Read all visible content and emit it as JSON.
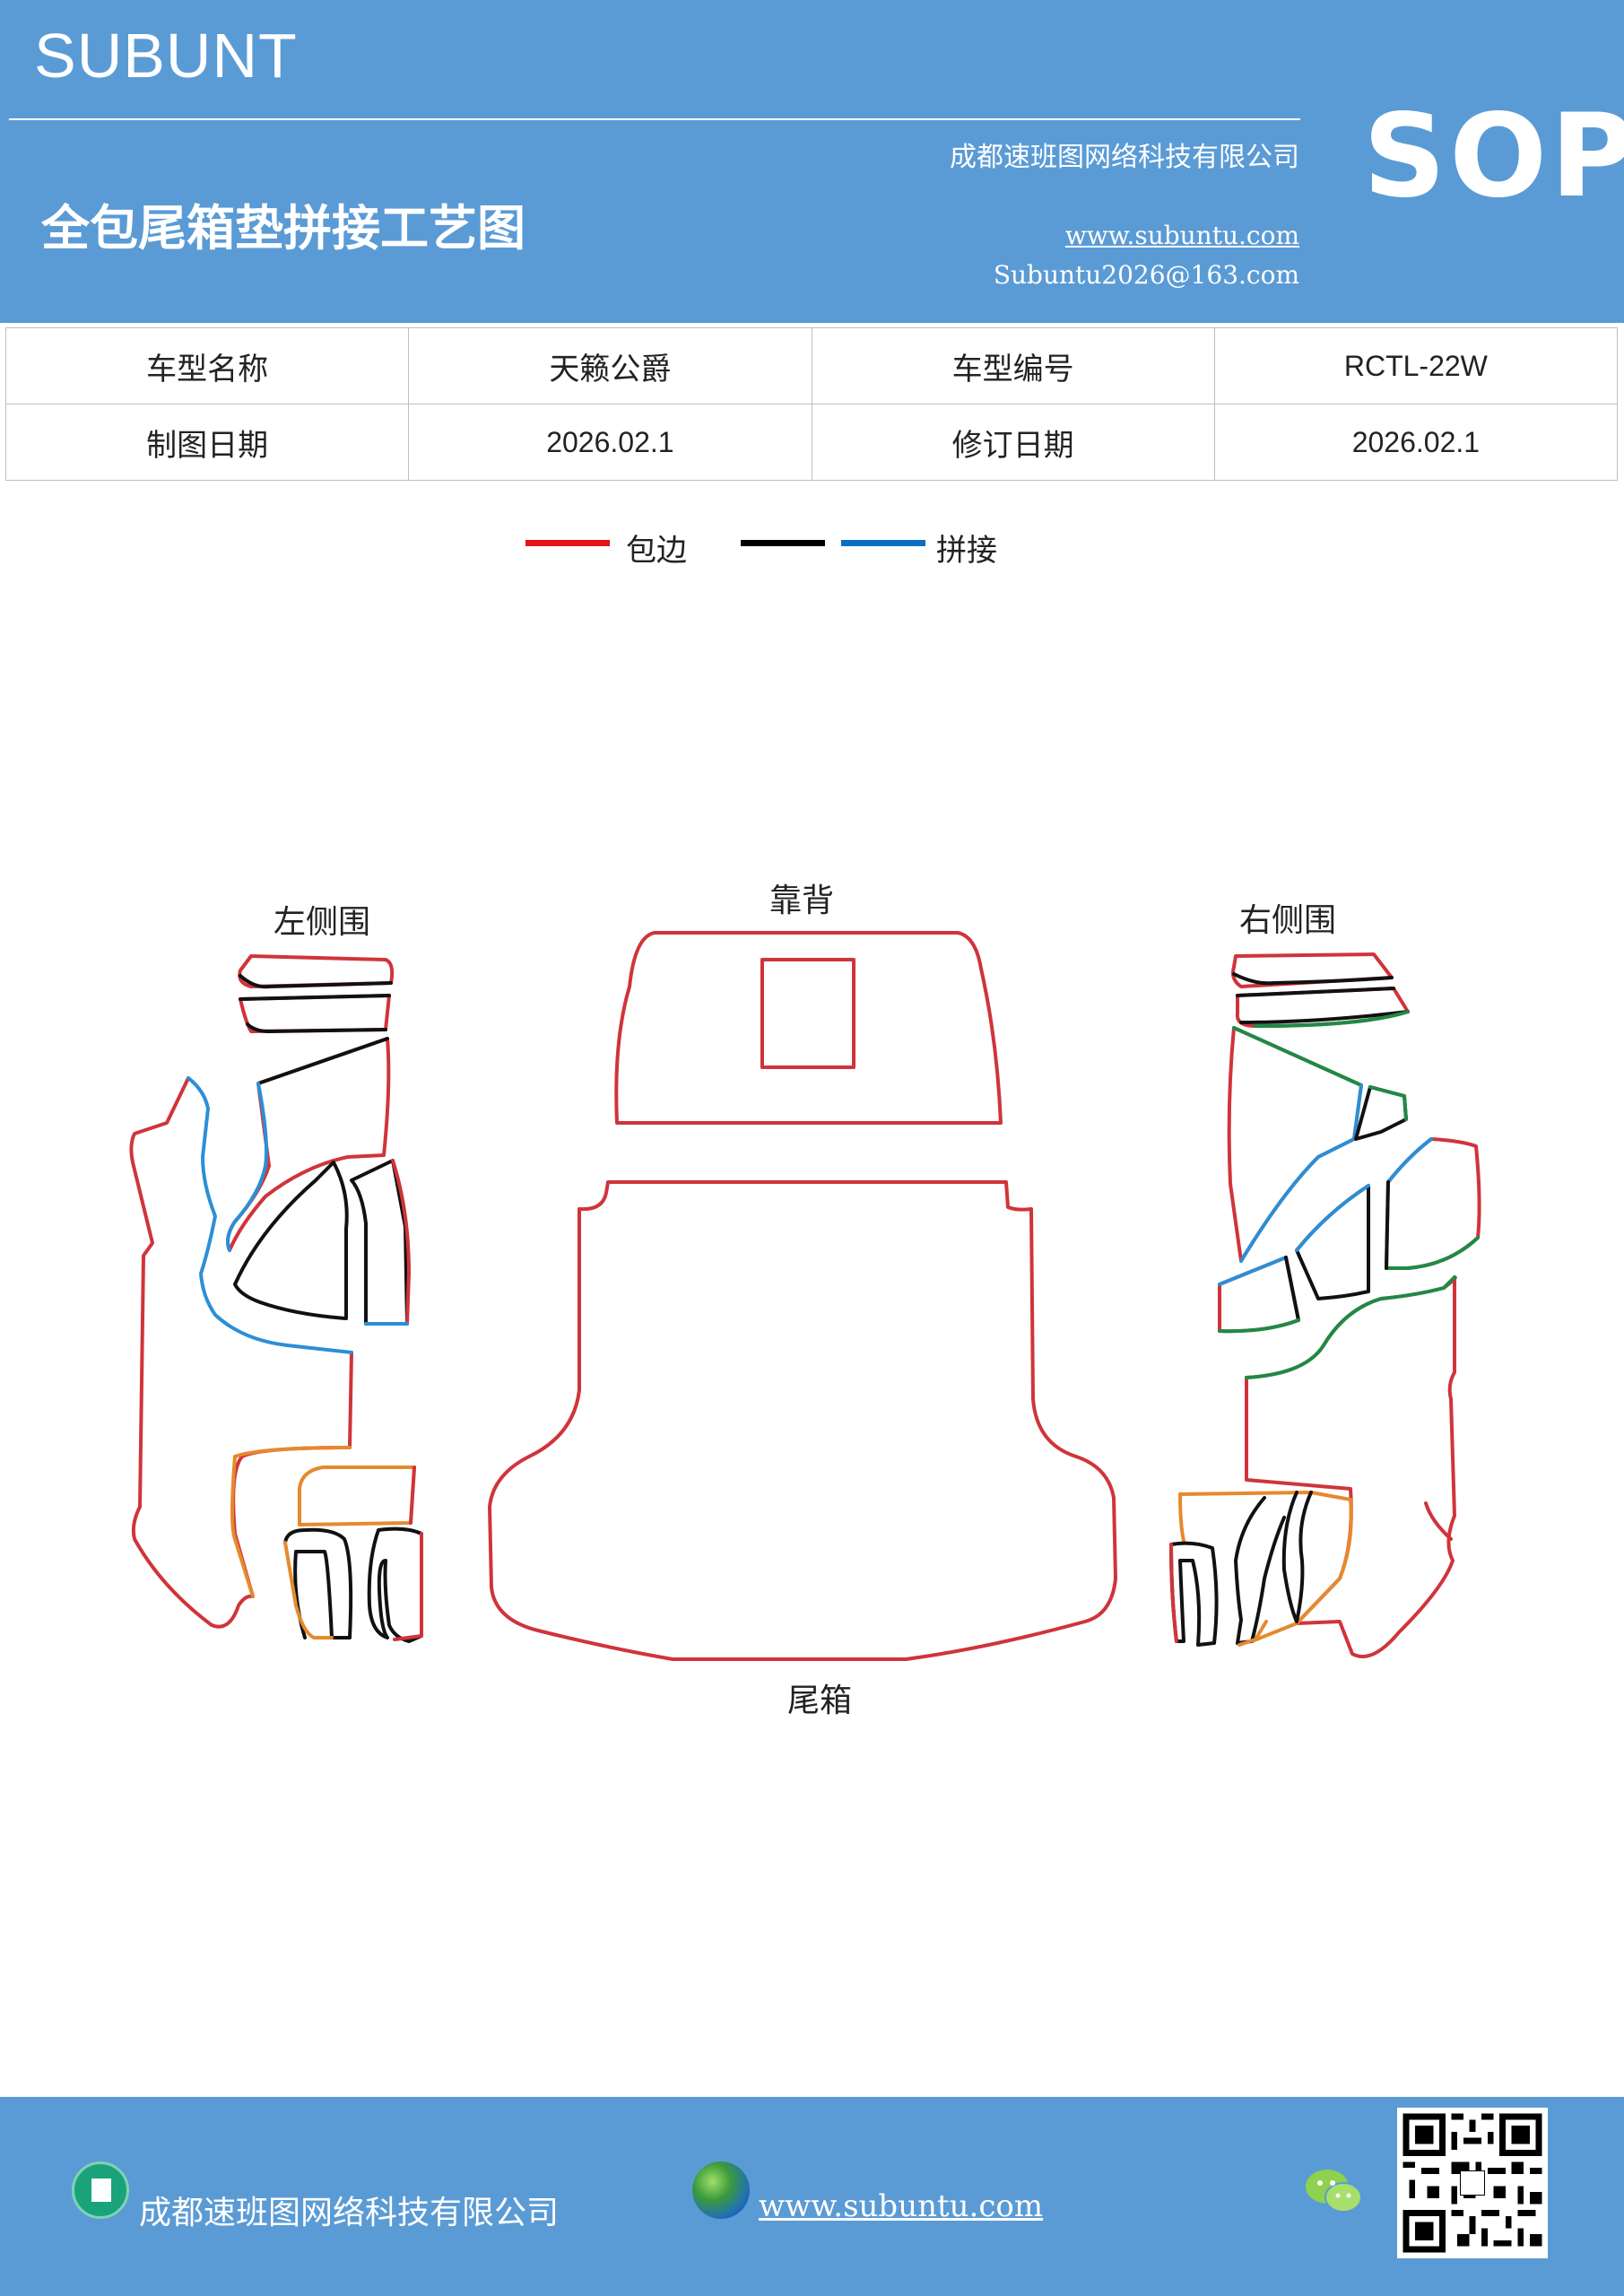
{
  "header": {
    "brand": "SUBUNT",
    "company": "成都速班图网络科技有限公司",
    "title": "全包尾箱垫拼接工艺图",
    "website": "www.subuntu.com",
    "email": "Subuntu2026@163.com",
    "badge": "SOP"
  },
  "info_table": {
    "rows": [
      {
        "label1": "车型名称",
        "value1": "天籁公爵",
        "label2": "车型编号",
        "value2": "RCTL-22W"
      },
      {
        "label1": "制图日期",
        "value1": "2026.02.1",
        "label2": "修订日期",
        "value2": "2026.02.1"
      }
    ]
  },
  "legend": {
    "edge_label": "包边",
    "splice_label": "拼接",
    "colors": {
      "edge": "#e8121a",
      "black": "#000000",
      "blue": "#0a6fc2"
    }
  },
  "diagram": {
    "labels": {
      "left_side": "左侧围",
      "back": "靠背",
      "right_side": "右侧围",
      "trunk": "尾箱"
    },
    "stroke_colors": {
      "red": "#d0343a",
      "black": "#111111",
      "blue": "#2b8fd6",
      "green": "#1f8a45",
      "orange": "#e6892e"
    }
  },
  "footer": {
    "company": "成都速班图网络科技有限公司",
    "website": "www.subuntu.com"
  }
}
